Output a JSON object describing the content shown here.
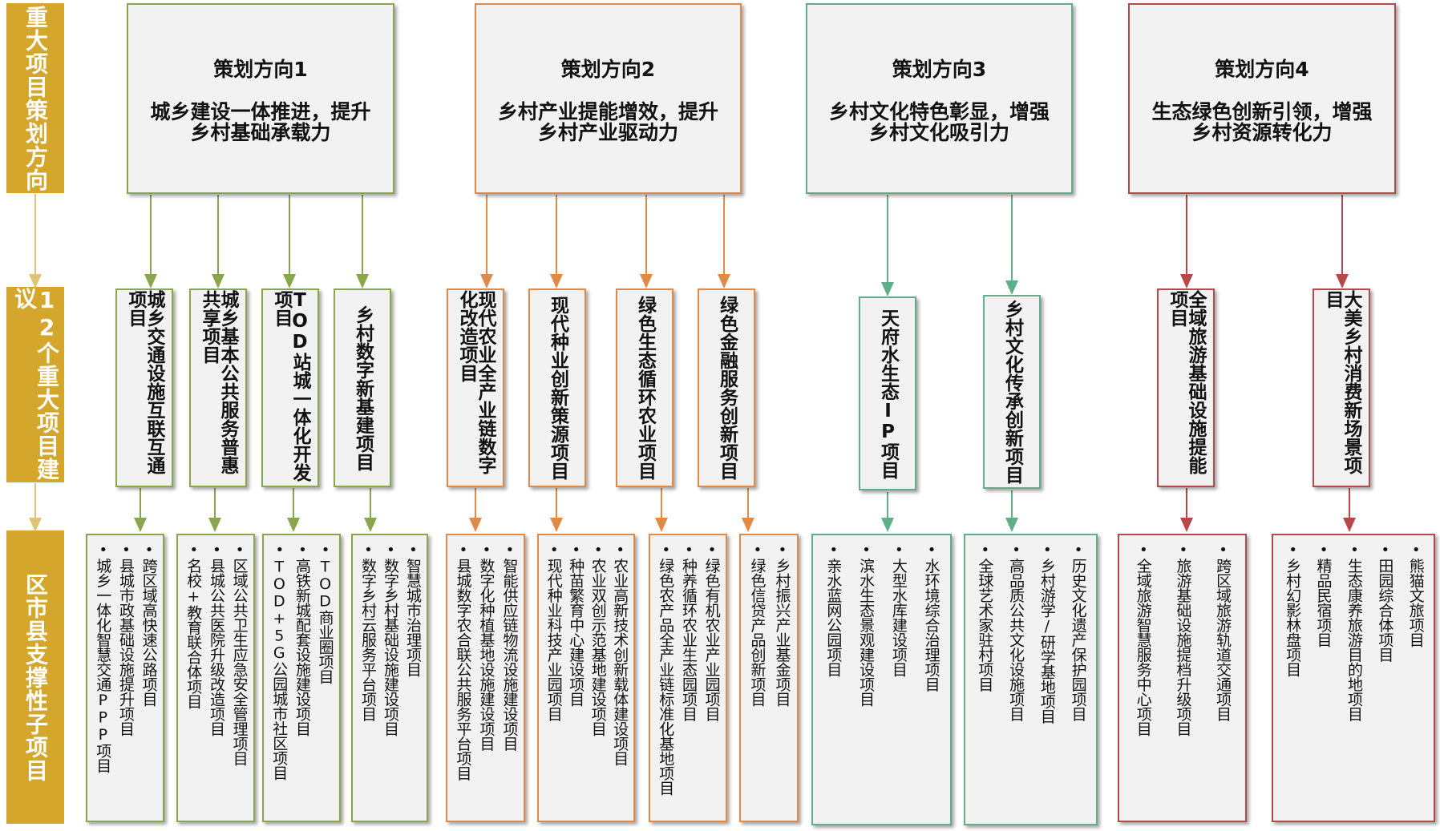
{
  "row_labels": {
    "directions": "重大项目策划方向",
    "projects": "12个重大项目建议",
    "subprojects": "区市县支撑性子项目"
  },
  "colors": {
    "label_fill": "#d4a62c",
    "green": "#8aa64c",
    "orange": "#e08a4a",
    "teal": "#5fae88",
    "red": "#b5494a",
    "box_fill": "#f2f2f2"
  },
  "directions": [
    {
      "title": "策划方向1",
      "desc": "城乡建设一体推进，提升\n乡村基础承载力"
    },
    {
      "title": "策划方向2",
      "desc": "乡村产业提能增效，提升\n乡村产业驱动力"
    },
    {
      "title": "策划方向3",
      "desc": "乡村文化特色彰显，增强\n乡村文化吸引力"
    },
    {
      "title": "策划方向4",
      "desc": "生态绿色创新引领，增强\n乡村资源转化力"
    }
  ],
  "projects": [
    "城乡交通设施互联互通项目",
    "城乡基本公共服务普惠共享项目",
    "TOD站城一体化开发项目",
    "乡村数字新基建项目",
    "现代农业全产业链数字化改造项目",
    "现代种业创新策源项目",
    "绿色生态循环农业项目",
    "绿色金融服务创新项目",
    "天府水生态IP项目",
    "乡村文化传承创新项目",
    "全域旅游基础设施提能项目",
    "大美乡村消费新场景项目"
  ],
  "subprojects": [
    [
      "跨区域高快速公路项目",
      "县城市政基础设施提升项目",
      "城乡一体化智慧交通PPP项目"
    ],
    [
      "区域公共卫生应急安全管理项目",
      "县城公共医院升级改造项目",
      "名校+教育联合体项目"
    ],
    [
      "TOD商业圈项目",
      "高铁新城配套设施建设项目",
      "TOD+5G公园城市社区项目"
    ],
    [
      "智慧城市治理项目",
      "数字乡村基础设施建设项目",
      "数字乡村云服务平台项目"
    ],
    [
      "智能供应链物流设施建设项目",
      "数字化种植基地设施建设项目",
      "县城数字农合联公共服务平台项目"
    ],
    [
      "农业高新技术创新载体建设项目",
      "农业双创示范基地建设项目",
      "种苗繁育中心建设项目",
      "现代种业科技产业园项目"
    ],
    [
      "绿色有机农业产业园项目",
      "种养循环农业生态园项目",
      "绿色农产品全产业链标准化基地项目"
    ],
    [
      "乡村振兴产业基金项目",
      "绿色信贷产品创新项目"
    ],
    [
      "水环境综合治理项目",
      "大型水库建设项目",
      "滨水生态景观建设项目",
      "亲水蓝网公园项目"
    ],
    [
      "历史文化遗产保护园项目",
      "乡村游学/研学基地项目",
      "高品质公共文化设施项目",
      "全球艺术家驻村项目"
    ],
    [
      "跨区域旅游轨道交通项目",
      "旅游基础设施提档升级项目",
      "全域旅游智慧服务中心项目"
    ],
    [
      "熊猫文旅项目",
      "田园综合体项目",
      "生态康养旅游目的地项目",
      "精品民宿项目",
      "乡村幻影林盘项目"
    ]
  ]
}
